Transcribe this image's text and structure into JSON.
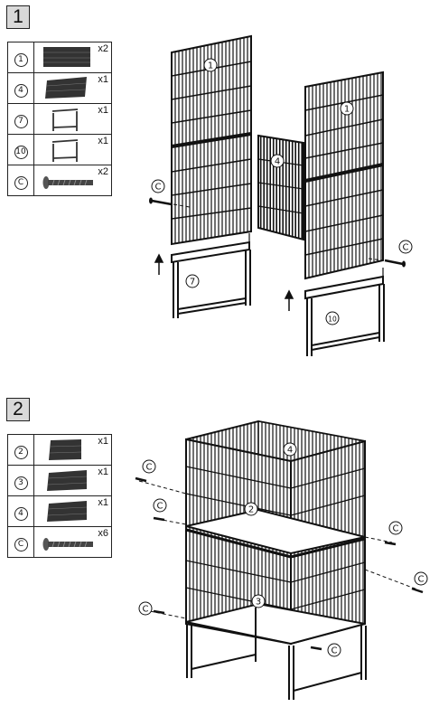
{
  "steps": [
    {
      "number": "1",
      "parts": [
        {
          "id": "1",
          "qty": "x2",
          "icon": "panel-icon"
        },
        {
          "id": "4",
          "qty": "x1",
          "icon": "panel-icon"
        },
        {
          "id": "7",
          "qty": "x1",
          "icon": "frame-icon"
        },
        {
          "id": "10",
          "qty": "x1",
          "icon": "frame-icon"
        },
        {
          "id": "C",
          "qty": "x2",
          "icon": "screw-icon"
        }
      ],
      "callouts": {
        "panel_left": "1",
        "panel_right": "1",
        "door": "4",
        "leg_left": "7",
        "leg_right": "10",
        "screw": "C"
      }
    },
    {
      "number": "2",
      "parts": [
        {
          "id": "2",
          "qty": "x1",
          "icon": "panel-icon"
        },
        {
          "id": "3",
          "qty": "x1",
          "icon": "panel-icon"
        },
        {
          "id": "4",
          "qty": "x1",
          "icon": "panel-icon"
        },
        {
          "id": "C",
          "qty": "x6",
          "icon": "screw-icon"
        }
      ],
      "callouts": {
        "top": "4",
        "middle": "2",
        "bottom": "3",
        "screw": "C"
      }
    }
  ]
}
